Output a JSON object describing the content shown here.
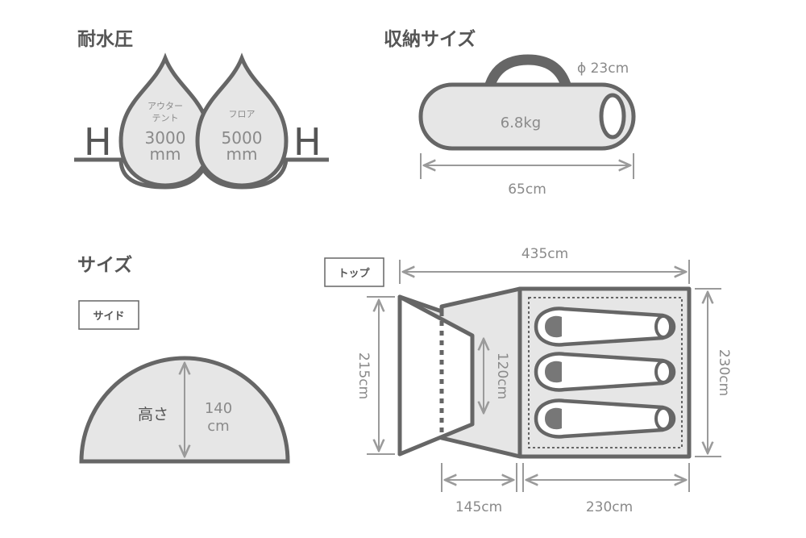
{
  "water_pressure": {
    "title": "耐水圧",
    "left_letter": "H",
    "right_letter": "H",
    "outer_tent": {
      "label_line1": "アウター",
      "label_line2": "テント",
      "value": "3000",
      "unit": "mm"
    },
    "floor": {
      "label": "フロア",
      "value": "5000",
      "unit": "mm"
    }
  },
  "storage": {
    "title": "収納サイズ",
    "diameter": "ϕ 23cm",
    "weight": "6.8kg",
    "length": "65cm"
  },
  "size": {
    "title": "サイズ",
    "side": {
      "tag": "サイド",
      "height_label": "高さ",
      "height_value": "140",
      "height_unit": "cm"
    },
    "top": {
      "tag": "トップ",
      "total_length": "435cm",
      "front_width": "215cm",
      "door_width": "120cm",
      "inner_width": "230cm",
      "vestibule_length": "145cm",
      "inner_length": "230cm"
    }
  },
  "colors": {
    "stroke": "#666666",
    "dim": "#9a9a9a",
    "fill": "#e6e6e6",
    "text": "#555555"
  }
}
